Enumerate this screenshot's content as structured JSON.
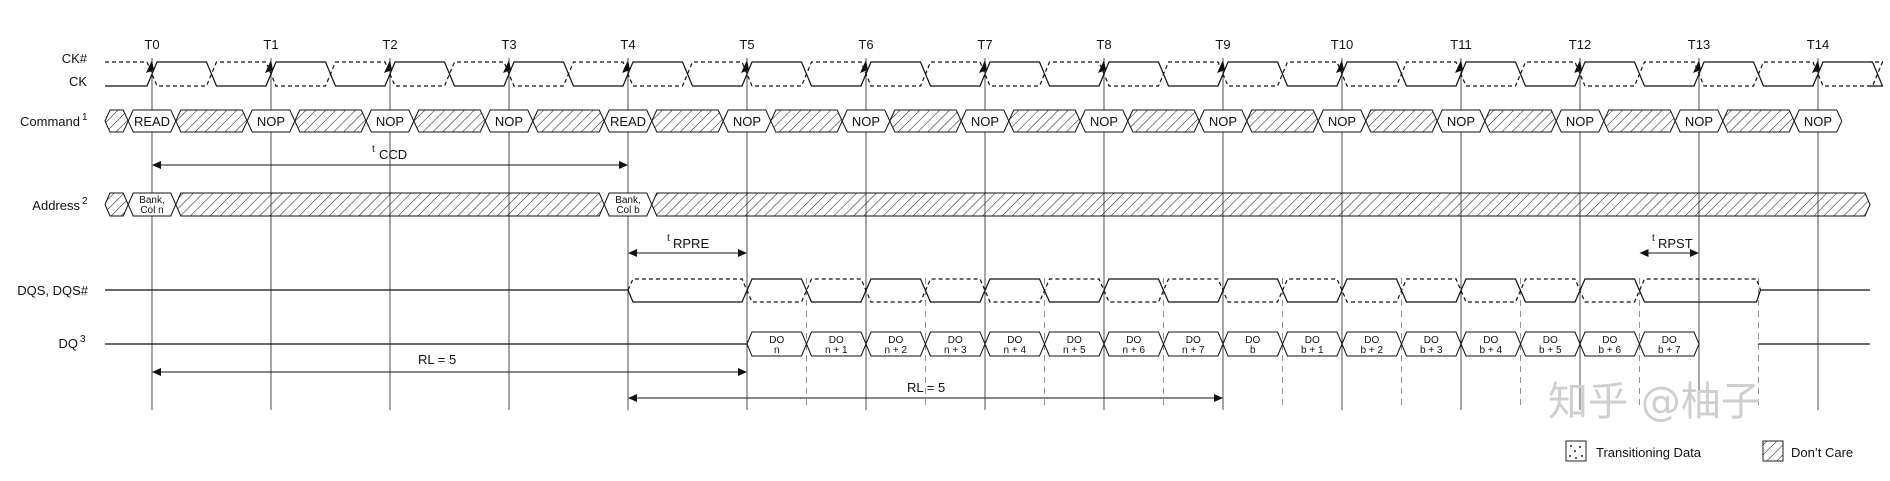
{
  "clock_labels": [
    "T0",
    "T1",
    "T2",
    "T3",
    "T4",
    "T5",
    "T6",
    "T7",
    "T8",
    "T9",
    "T10",
    "T11",
    "T12",
    "T13",
    "T14"
  ],
  "signals": {
    "ck_n": "CK#",
    "ck": "CK",
    "command": "Command",
    "command_sup": "1",
    "address": "Address",
    "address_sup": "2",
    "dqs": "DQS, DQS#",
    "dq": "DQ",
    "dq_sup": "3"
  },
  "commands": [
    "READ",
    "NOP",
    "NOP",
    "NOP",
    "READ",
    "NOP",
    "NOP",
    "NOP",
    "NOP",
    "NOP",
    "NOP",
    "NOP",
    "NOP",
    "NOP",
    "NOP"
  ],
  "addresses": [
    {
      "cycle": 0,
      "line1": "Bank,",
      "line2": "Col n"
    },
    {
      "cycle": 4,
      "line1": "Bank,",
      "line2": "Col b"
    }
  ],
  "dq_data": [
    {
      "l1": "DO",
      "l2": "n"
    },
    {
      "l1": "DO",
      "l2": "n + 1"
    },
    {
      "l1": "DO",
      "l2": "n + 2"
    },
    {
      "l1": "DO",
      "l2": "n + 3"
    },
    {
      "l1": "DO",
      "l2": "n + 4"
    },
    {
      "l1": "DO",
      "l2": "n + 5"
    },
    {
      "l1": "DO",
      "l2": "n + 6"
    },
    {
      "l1": "DO",
      "l2": "n + 7"
    },
    {
      "l1": "DO",
      "l2": "b"
    },
    {
      "l1": "DO",
      "l2": "b + 1"
    },
    {
      "l1": "DO",
      "l2": "b + 2"
    },
    {
      "l1": "DO",
      "l2": "b + 3"
    },
    {
      "l1": "DO",
      "l2": "b + 4"
    },
    {
      "l1": "DO",
      "l2": "b + 5"
    },
    {
      "l1": "DO",
      "l2": "b + 6"
    },
    {
      "l1": "DO",
      "l2": "b + 7"
    }
  ],
  "annotations": {
    "tccd_sup": "t",
    "tccd": "CCD",
    "trpre_sup": "t",
    "trpre": "RPRE",
    "trpst_sup": "t",
    "trpst": "RPST",
    "rl1": "RL = 5",
    "rl2": "RL = 5"
  },
  "legend": {
    "transitioning": "Transitioning Data",
    "dont_care": "Don’t Care"
  },
  "watermark": "知乎 @柚子"
}
